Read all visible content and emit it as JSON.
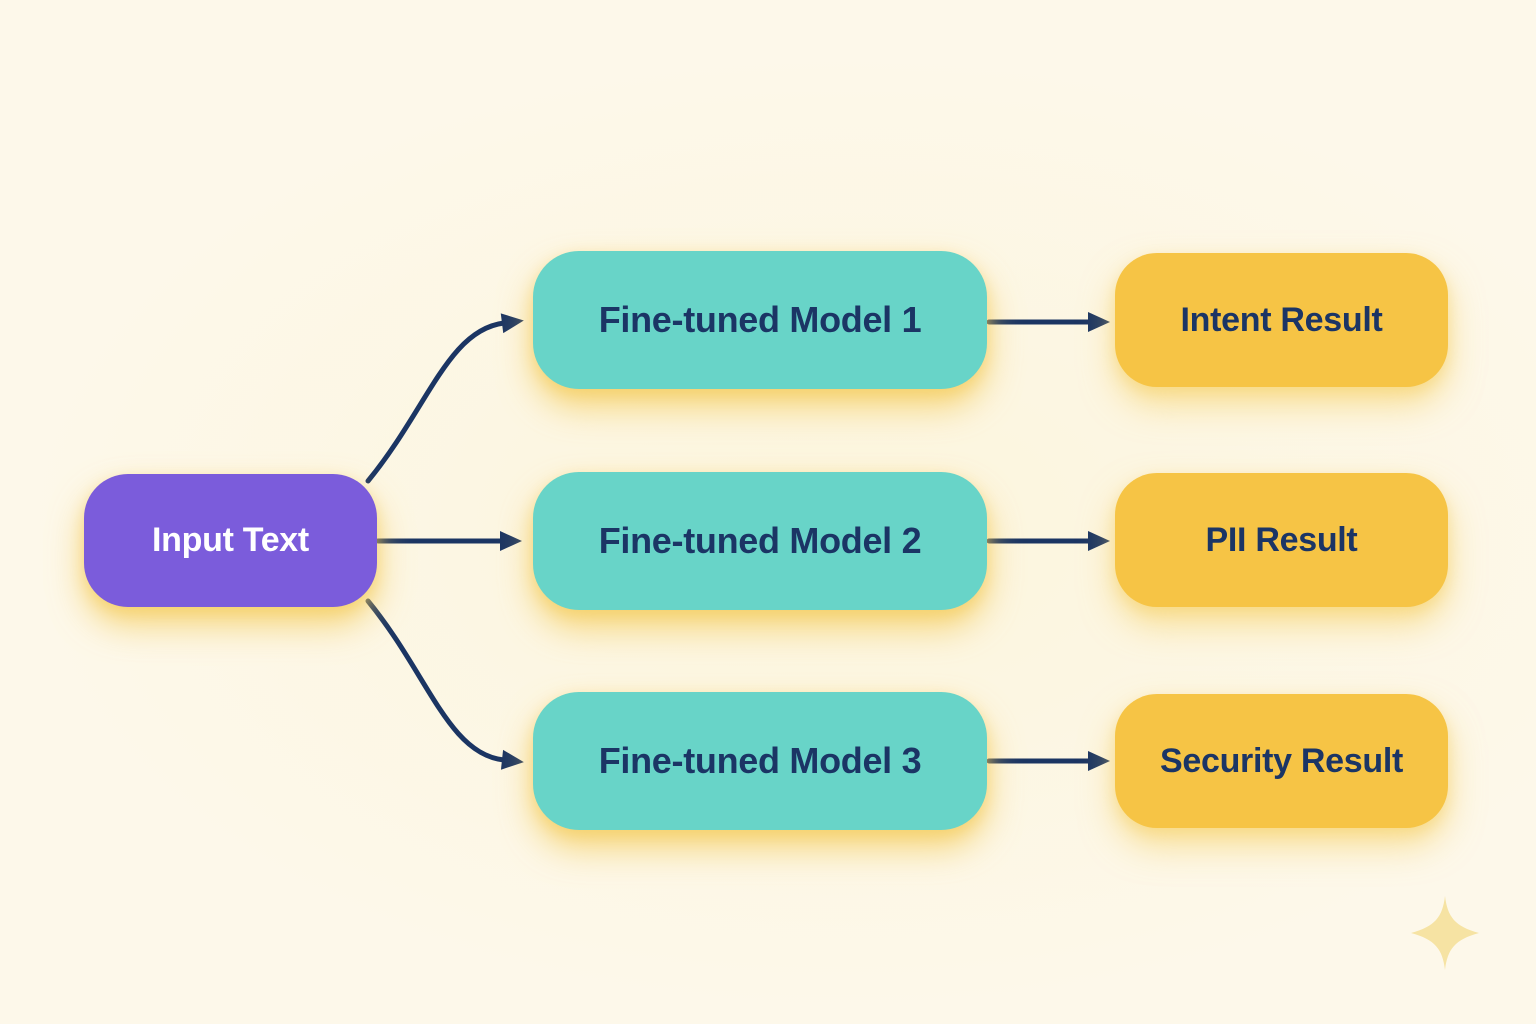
{
  "diagram": {
    "type": "flowchart",
    "input_node": {
      "id": "input",
      "label": "Input Text"
    },
    "model_nodes": [
      {
        "id": "model-1",
        "label": "Fine-tuned Model 1"
      },
      {
        "id": "model-2",
        "label": "Fine-tuned Model 2"
      },
      {
        "id": "model-3",
        "label": "Fine-tuned Model 3"
      }
    ],
    "result_nodes": [
      {
        "id": "result-1",
        "label": "Intent Result"
      },
      {
        "id": "result-2",
        "label": "PII Result"
      },
      {
        "id": "result-3",
        "label": "Security Result"
      }
    ],
    "edges": [
      {
        "from": "input",
        "to": "model-1"
      },
      {
        "from": "input",
        "to": "model-2"
      },
      {
        "from": "input",
        "to": "model-3"
      },
      {
        "from": "model-1",
        "to": "result-1"
      },
      {
        "from": "model-2",
        "to": "result-2"
      },
      {
        "from": "model-3",
        "to": "result-3"
      }
    ],
    "colors": {
      "background": "#fdf8ea",
      "input_node_fill": "#7b5cdb",
      "input_node_text": "#ffffff",
      "model_node_fill": "#68d4c8",
      "result_node_fill": "#f6c445",
      "node_text": "#1b3565",
      "arrow": "#1b3563",
      "glow_shadow": "#f4cb58",
      "sparkle": "#f6e3a3"
    },
    "decorations": [
      {
        "name": "sparkle-icon",
        "shape": "four-point-star"
      }
    ]
  }
}
